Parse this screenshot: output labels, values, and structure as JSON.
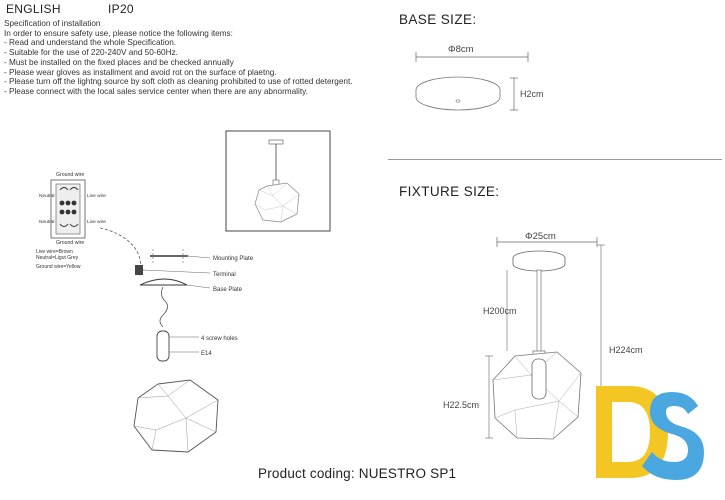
{
  "header": {
    "language": "ENGLISH",
    "ip_rating": "IP20"
  },
  "specification": {
    "title": "Specification of installation",
    "intro": "In order to ensure safety use, please notice the following items:",
    "items": [
      "- Read and understand the whole Specification.",
      "- Suitable for the use of 220-240V and 50-60Hz.",
      "- Must be installed on the fixed places and be checked annually",
      "- Please wear gloves as installment and avoid rot on the surface of plaetng.",
      "- Please turn off the lightng source by soft cloth as cleaning prohibited to use of rotted detergent.",
      "- Please connect with the local sales service center when there are any abnormality."
    ]
  },
  "wiring": {
    "ground_wire_top": "Ground wire",
    "ground_wire_bottom": "Ground wire",
    "neutral_left_top": "Neutral",
    "neutral_left_bottom": "Neutral",
    "live_right_top": "Live wire",
    "live_right_bottom": "Live wire",
    "legend": [
      "Live wire=Brown",
      "Neutral=Ligut Grey",
      "Ground wire=Yellow"
    ]
  },
  "install_labels": {
    "mounting_plate": "Mounting Plate",
    "terminal": "Terminal",
    "base_plate": "Base Plate",
    "screw_holes": "4 screw holes",
    "socket": "E14"
  },
  "base_size": {
    "title": "BASE SIZE:",
    "diameter": "Φ8cm",
    "height": "H2cm"
  },
  "fixture_size": {
    "title": "FIXTURE SIZE:",
    "diameter": "Φ25cm",
    "rod_height": "H200cm",
    "total_height": "H224cm",
    "shade_height": "H22.5cm"
  },
  "product_coding": "Product coding: NUESTRO SP1",
  "logo": {
    "text": "DS",
    "colors": {
      "yellow": "#f3c623",
      "blue": "#4aa7e0"
    }
  }
}
